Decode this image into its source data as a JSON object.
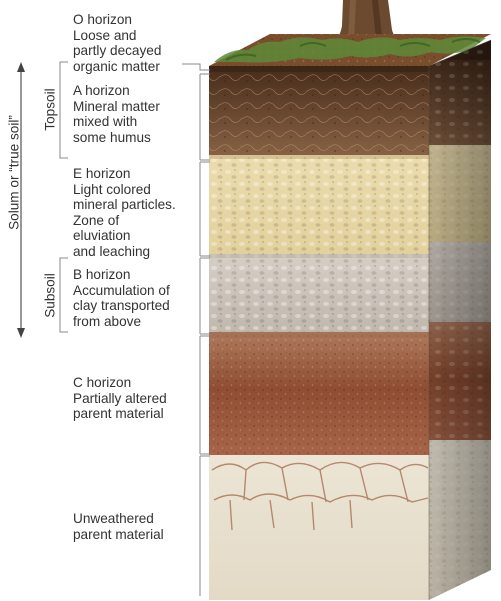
{
  "horizons": [
    {
      "id": "o",
      "label": "O horizon\nLoose and\npartly decayed\norganic matter"
    },
    {
      "id": "a",
      "label": "A horizon\nMineral matter\nmixed with\nsome humus"
    },
    {
      "id": "e",
      "label": "E horizon\nLight colored\nmineral particles.\nZone of\neluviation\nand leaching"
    },
    {
      "id": "b",
      "label": "B horizon\nAccumulation of\nclay transported\nfrom above"
    },
    {
      "id": "c",
      "label": "C horizon\nPartially altered\nparent material"
    },
    {
      "id": "r",
      "label": "Unweathered\nparent material"
    }
  ],
  "groups": {
    "topsoil": "Topsoil",
    "subsoil": "Subsoil",
    "solum": "Solum or “true soil”"
  },
  "colors": {
    "organic": "#5a3a22",
    "a_horizon": "#7a5236",
    "e_horizon": "#e6d6a4",
    "b_horizon": "#c9c4bc",
    "c_horizon": "#9c5a3c",
    "bedrock": "#e9e2d2",
    "grass": "#5f8a3a",
    "bracket": "#8a8a8a"
  }
}
